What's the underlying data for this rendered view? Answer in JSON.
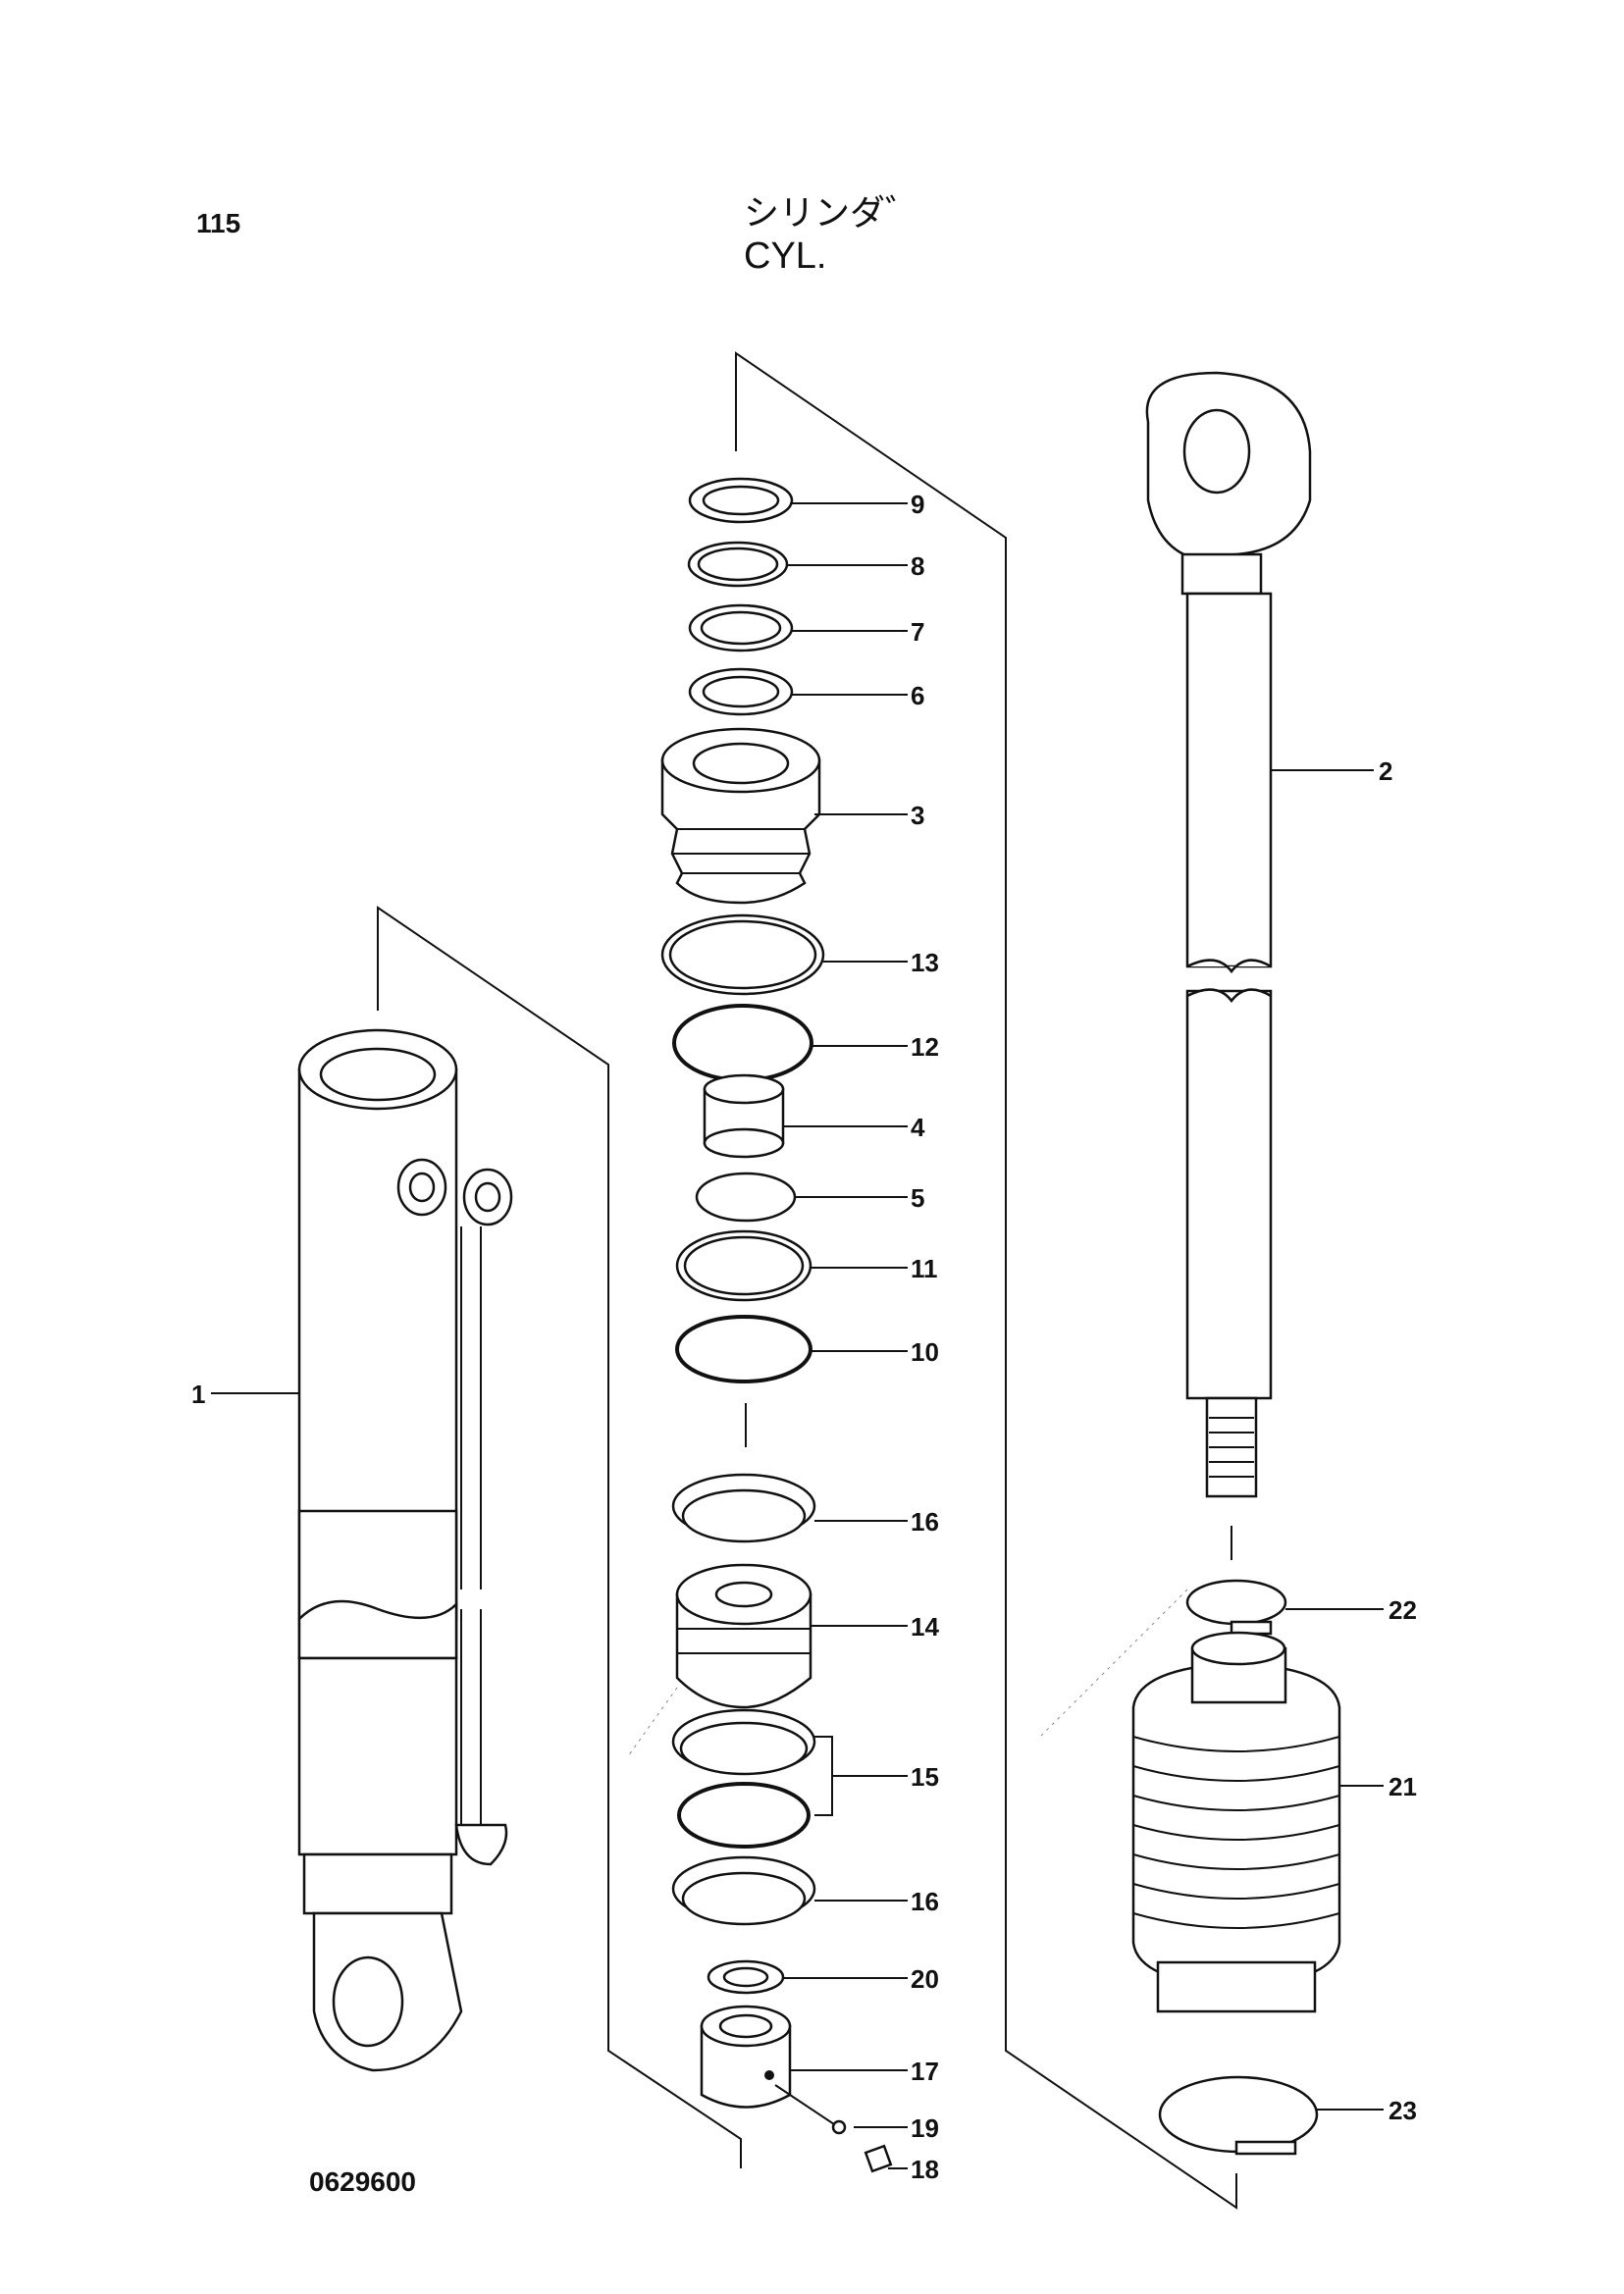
{
  "header": {
    "page_number": "115",
    "title_jp": "シリンダ゛",
    "title_en": "CYL."
  },
  "footer": {
    "drawing_number": "0629600"
  },
  "callouts": [
    {
      "id": "c1",
      "label": "1"
    },
    {
      "id": "c2",
      "label": "2"
    },
    {
      "id": "c3",
      "label": "3"
    },
    {
      "id": "c4",
      "label": "4"
    },
    {
      "id": "c5",
      "label": "5"
    },
    {
      "id": "c6",
      "label": "6"
    },
    {
      "id": "c7",
      "label": "7"
    },
    {
      "id": "c8",
      "label": "8"
    },
    {
      "id": "c9",
      "label": "9"
    },
    {
      "id": "c10",
      "label": "10"
    },
    {
      "id": "c11",
      "label": "11"
    },
    {
      "id": "c12",
      "label": "12"
    },
    {
      "id": "c13",
      "label": "13"
    },
    {
      "id": "c14",
      "label": "14"
    },
    {
      "id": "c15",
      "label": "15"
    },
    {
      "id": "c16a",
      "label": "16"
    },
    {
      "id": "c16b",
      "label": "16"
    },
    {
      "id": "c17",
      "label": "17"
    },
    {
      "id": "c18",
      "label": "18"
    },
    {
      "id": "c19",
      "label": "19"
    },
    {
      "id": "c20",
      "label": "20"
    },
    {
      "id": "c21",
      "label": "21"
    },
    {
      "id": "c22",
      "label": "22"
    },
    {
      "id": "c23",
      "label": "23"
    }
  ]
}
